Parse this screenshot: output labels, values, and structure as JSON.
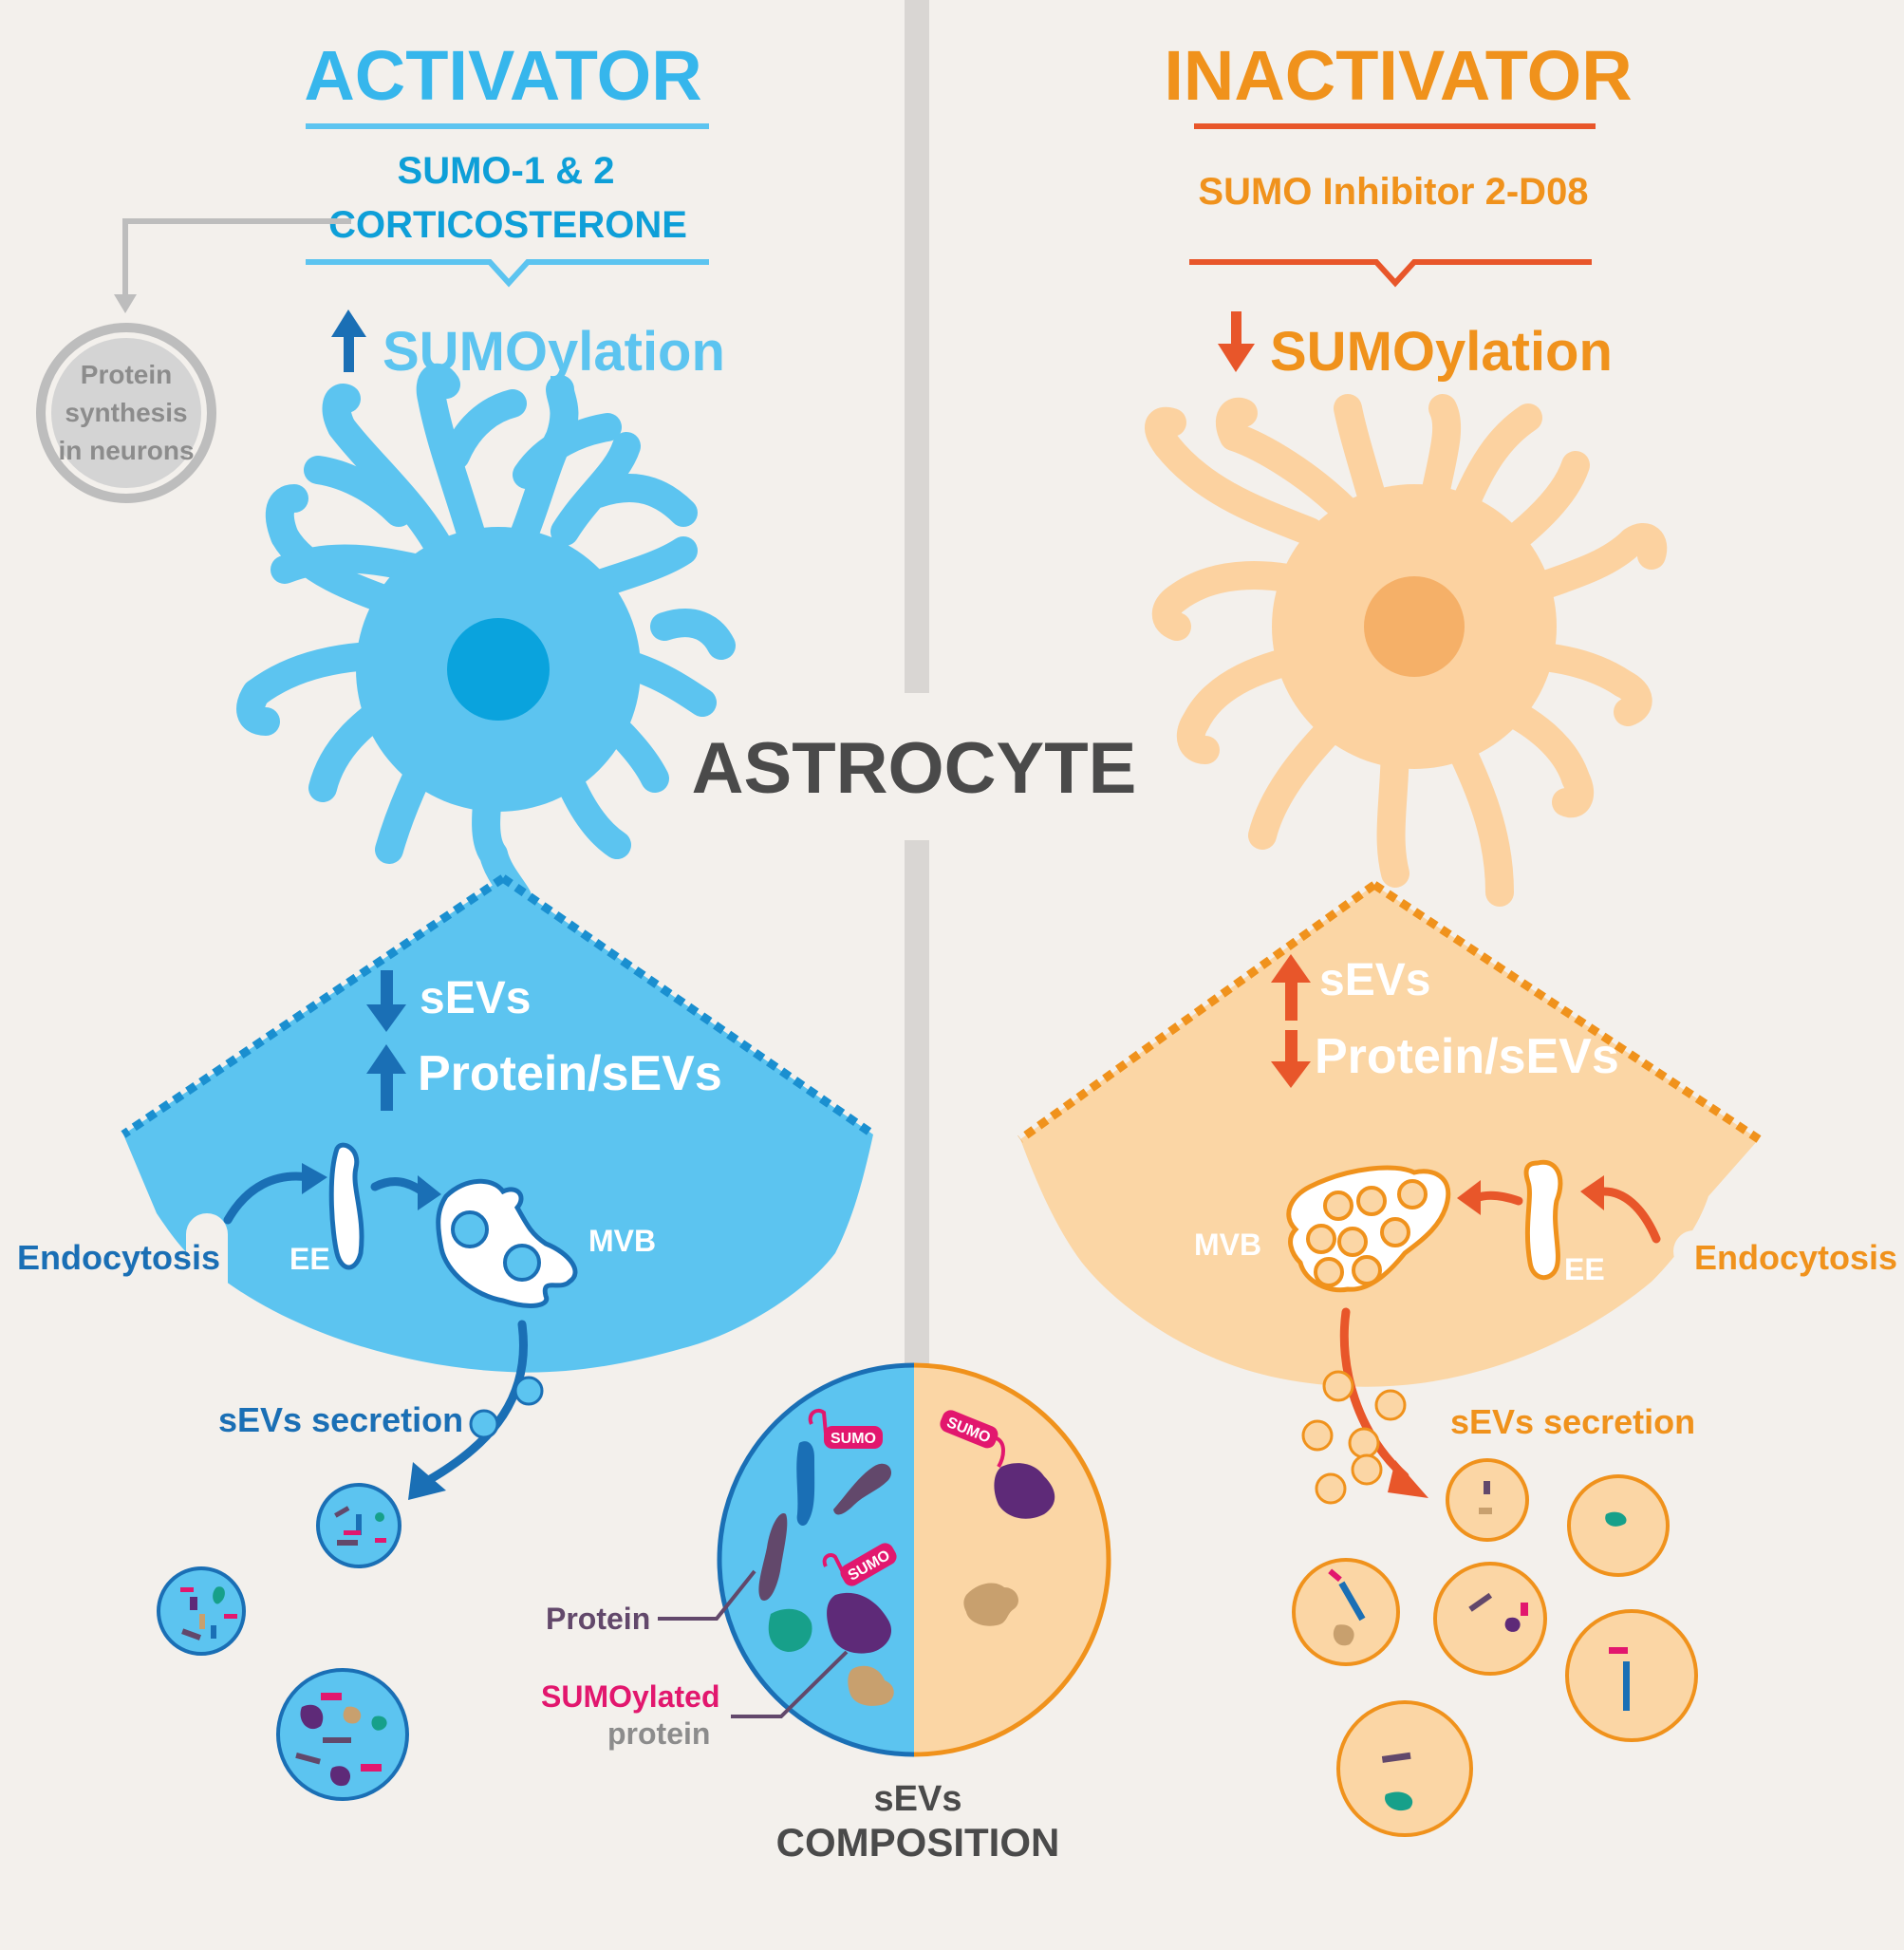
{
  "colors": {
    "background": "#f3f0ec",
    "blue_light": "#5cc4f0",
    "blue_text": "#36b6ec",
    "blue_mid": "#0e9fd8",
    "blue_dark": "#1a6fb5",
    "blue_nucleus": "#0aa3dd",
    "orange_light": "#fbd6a5",
    "orange_cell": "#fcd2a0",
    "orange_nucleus": "#f5b068",
    "orange_text": "#f0921c",
    "red_orange": "#e8562a",
    "grey": "#b3b3b3",
    "grey_text": "#8c8c8c",
    "dark_text": "#4a4a4a",
    "protein_purple": "#62486b",
    "sumo_pink": "#e2176e",
    "teal": "#17a08a",
    "tan": "#c8a06e",
    "deep_purple": "#5e2a78"
  },
  "activator": {
    "title": "ACTIVATOR",
    "agent_line1": "SUMO-1 & 2",
    "agent_line2": "CORTICOSTERONE",
    "effect": "SUMOylation",
    "side_effect": [
      "Protein",
      "synthesis",
      "in neurons"
    ],
    "sevs": "sEVs",
    "protein_sevs": "Protein/sEVs",
    "endocytosis": "Endocytosis",
    "ee": "EE",
    "mvb": "MVB",
    "secretion": "sEVs secretion"
  },
  "inactivator": {
    "title": "INACTIVATOR",
    "agent": "SUMO Inhibitor 2-D08",
    "effect": "SUMOylation",
    "sevs": "sEVs",
    "protein_sevs": "Protein/sEVs",
    "endocytosis": "Endocytosis",
    "ee": "EE",
    "mvb": "MVB",
    "secretion": "sEVs secretion"
  },
  "center": {
    "title": "ASTROCYTE",
    "composition_line1": "sEVs",
    "composition_line2": "COMPOSITION",
    "legend_protein": "Protein",
    "legend_sumoylated": "SUMOylated",
    "legend_protein2": "protein",
    "sumo_tag": "SUMO"
  }
}
